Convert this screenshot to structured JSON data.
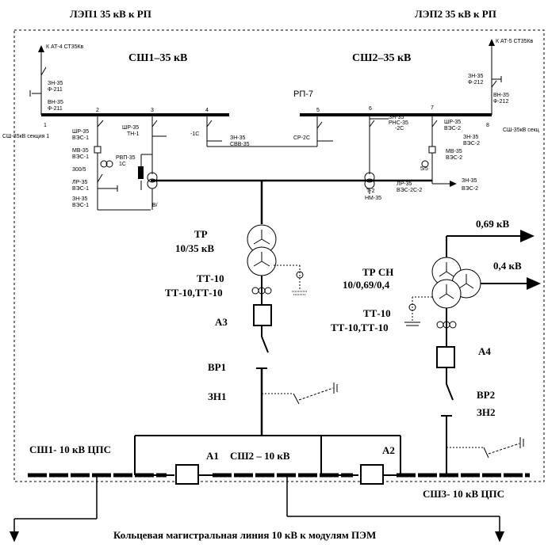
{
  "top": {
    "lep1": "ЛЭП1 35 кВ к  РП",
    "lep2": "ЛЭП2 35 кВ к  РП",
    "at4": "К АТ-4 СТ35Кв",
    "at5": "К АТ-5 СТ35Кв",
    "ssh1": "СШ1–35 кВ",
    "ssh2": "СШ2–35 кВ",
    "rp7": "РП-7"
  },
  "hv": {
    "n1": "1",
    "n2": "2",
    "n3": "3",
    "n4": "4",
    "n5": "5",
    "n6": "6",
    "n7": "7",
    "n8": "8",
    "zn_211": "ЗН-35",
    "f_211a": "Ф-211",
    "vn_211": "ВН-35",
    "f_211b": "Ф-211",
    "zn_212": "ЗН-35",
    "f_212a": "Ф-212",
    "vn_212": "ВН-35",
    "f_212b": "Ф-212",
    "sec1": "СШ-35кВ секция 1",
    "sec2": "СШ-35кВ секц",
    "shr_1": "ШР-35",
    "vze1_a": "ВЭС-1",
    "mv_1": "МВ-35",
    "vze1_b": "ВЭС-1",
    "ct_1": "300/5",
    "lr_1": "ЛР-35",
    "vze1_c": "ВЭС-1",
    "zn_1": "ЗН-35",
    "vze1_d": "ВЭС-1",
    "shr_tn": "ШР-35",
    "tn1": "ТН-1",
    "rvp": "РВП-35",
    "rvp_1c": "1С",
    "c_1c": "-1С",
    "zn_svv": "ЗН-35",
    "svv": "СВВ-35",
    "sr_2c": "СР-2С",
    "zn_2c": "ЗН-35",
    "rns_2c": "РНС-35",
    "c_2c": "-2С",
    "shr_2": "ШР-35",
    "vze2_a": "ВЭС-2",
    "zn_2": "ЗН-35",
    "vze2_b": "ВЭС-2",
    "mv_2": "МВ-35",
    "vze2_c": "ВЭС-2",
    "ct_2": "5/5",
    "zn_2b": "ЗН-35",
    "vze2_d": "ВЭС-2",
    "lr_2": "ЛР-35",
    "vze2_e": "ВЭС-2С-2",
    "t2": "Т-2",
    "nm": "НМ-35",
    "v_mark": "В/"
  },
  "main": {
    "tr_a": "ТР",
    "tr_b": "10/35 кВ",
    "tt_a": "ТТ-10",
    "tt_b": "ТТ-10,ТТ-10",
    "a3": "А3",
    "vr1": "ВР1",
    "zn1": "ЗН1",
    "v069": "0,69 кВ",
    "v04": "0,4 кВ",
    "trsn_a": "ТР СН",
    "trsn_b": "10/0,69/0,4",
    "tt2_a": "ТТ-10",
    "tt2_b": "ТТ-10,ТТ-10",
    "a4": "А4",
    "vr2": "ВР2",
    "zn2": "ЗН2",
    "a1": "А1",
    "ssh2_10": "СШ2 – 10  кВ",
    "a2": "А2",
    "ssh1_10": "СШ1-  10 кВ ЦПС",
    "ssh3_10": "СШ3-  10 кВ ЦПС",
    "bottom": "Кольцевая магистральная линия 10 кВ к модулям  ПЭМ"
  }
}
